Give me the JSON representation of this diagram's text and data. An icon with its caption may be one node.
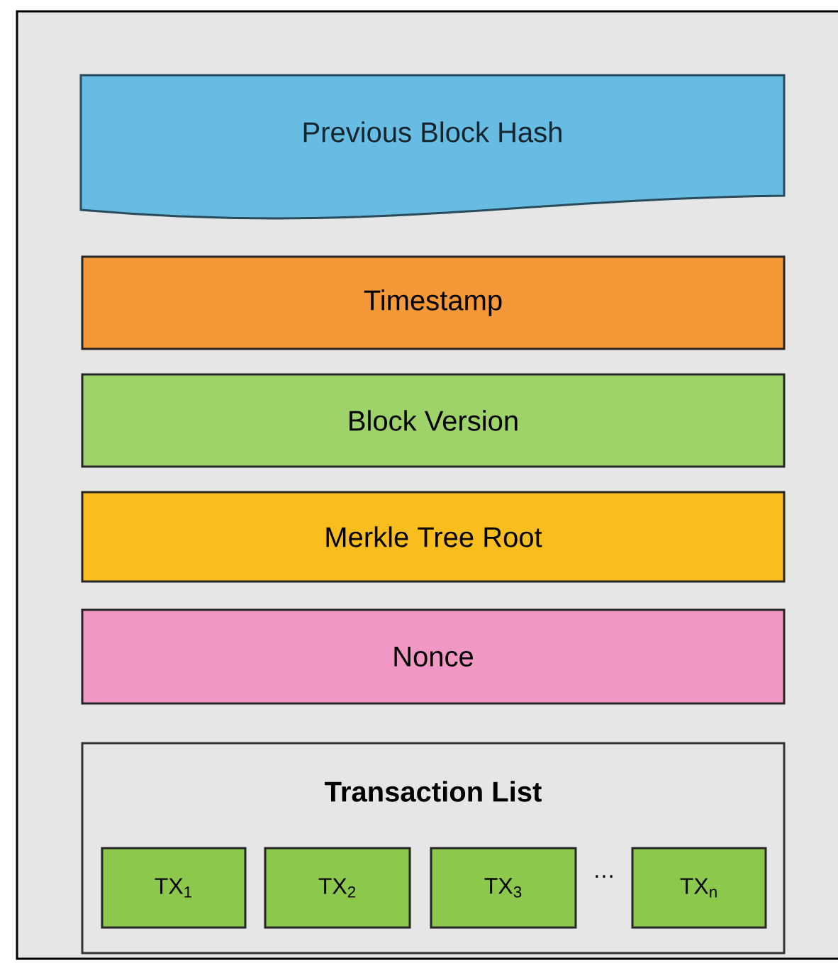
{
  "diagram": {
    "nodes": [
      {
        "text": [],
        "shape": "box"
      },
      {
        "text": [
          "Previous Block Hash"
        ],
        "in": 0
      },
      {
        "text": [
          "Timestamp"
        ],
        "in": 0
      },
      {
        "text": [
          "Block Version"
        ],
        "in": 0
      },
      {
        "text": [
          "Merkle Tree Root"
        ],
        "in": 0
      },
      {
        "text": [
          "Nonce"
        ],
        "in": 0
      },
      {
        "text": [
          "Transaction List"
        ],
        "in": 0
      },
      {
        "text": [
          "TX$_{1}$"
        ],
        "in": 6
      },
      {
        "text": [
          "TX$_{2}$"
        ],
        "in": 6
      },
      {
        "text": [
          "TX$_{3}$"
        ],
        "in": 6
      },
      {
        "text": [
          "TX$_{n}$"
        ],
        "in": 6
      }
    ],
    "labels": [
      "…"
    ]
  }
}
